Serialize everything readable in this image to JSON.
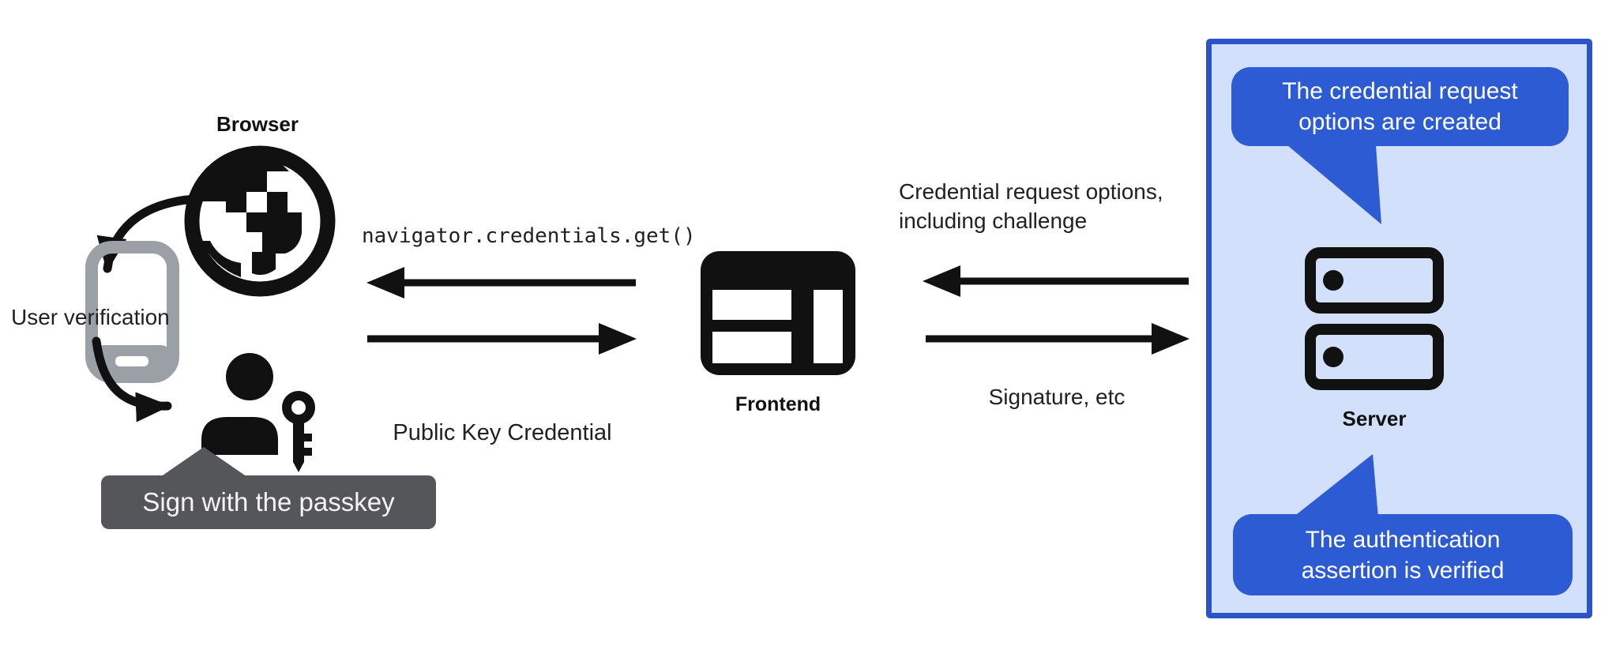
{
  "figure": {
    "background": "#ffffff",
    "left_group": {
      "browser_label": "Browser",
      "user_verification_label": "User verification",
      "passkey_tooltip": "Sign with the passkey"
    },
    "middle_group": {
      "api_call_label": "navigator.credentials.get()",
      "public_key_label": "Public Key Credential",
      "frontend_label": "Frontend"
    },
    "right_group": {
      "request_label_line1": "Credential request options,",
      "request_label_line2": "including challenge",
      "signature_label": "Signature, etc",
      "server_label": "Server",
      "top_callout_line1": "The credential request",
      "top_callout_line2": "options are created",
      "bottom_callout_line1": "The authentication",
      "bottom_callout_line2": "assertion is verified"
    },
    "colors": {
      "callout_blue": "#2d5bd3",
      "server_panel_background": "#d3e0fc",
      "server_panel_border": "#2d53c8",
      "tooltip_gray": "#545659",
      "phone_gray": "#9aa0a6",
      "ink_black": "#111111"
    },
    "icons": [
      {
        "name": "globe-icon",
        "represents": "Browser"
      },
      {
        "name": "smartphone-icon",
        "represents": "User verification"
      },
      {
        "name": "user-with-key-icon",
        "represents": "Sign with the passkey"
      },
      {
        "name": "browser-window-icon",
        "represents": "Frontend"
      },
      {
        "name": "server-icon",
        "represents": "Server"
      }
    ]
  }
}
